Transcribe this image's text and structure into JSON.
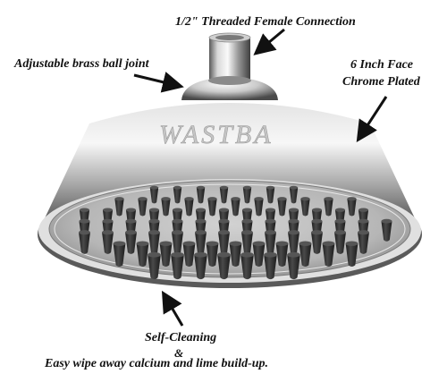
{
  "labels": {
    "connection": "1/2\" Threaded Female Connection",
    "ball_joint": "Adjustable brass ball joint",
    "face_line1": "6 Inch Face",
    "face_line2": "Chrome Plated",
    "self_cleaning": "Self-Cleaning",
    "ampersand": "&",
    "wipe_away": "Easy wipe away calcium and lime build-up."
  },
  "brand": {
    "logo_text": "WASTBA"
  },
  "colors": {
    "chrome_light": "#f2f2f2",
    "chrome_dark": "#6e6e6e",
    "nozzle": "#2d2d2d",
    "face_plate": "#b8b8b8",
    "text": "#111111"
  }
}
